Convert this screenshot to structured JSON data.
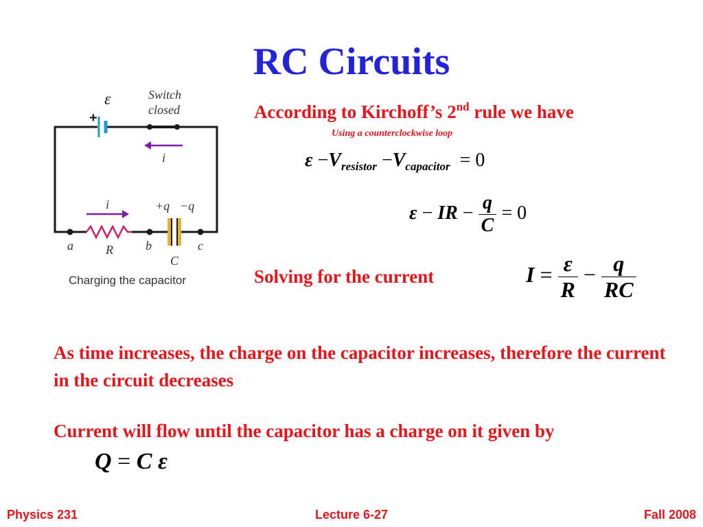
{
  "slide": {
    "title": "RC Circuits",
    "kirchoff_text": "According to Kirchoff’s 2",
    "kirchoff_sup": "nd",
    "kirchoff_tail": " rule we have",
    "loop_note": "Using a counterclockwise loop",
    "solving_label": "Solving for the current",
    "paragraph1": "As time increases, the charge on the capacitor increases, therefore the current in the circuit decreases",
    "paragraph2": "Current will flow until the capacitor has a charge on it given by"
  },
  "equations": {
    "eq1": {
      "emf": "ε",
      "minus": "−",
      "V": "V",
      "sub_resistor": "resistor",
      "sub_capacitor": "capacitor",
      "equals": "= 0"
    },
    "eq2": {
      "emf": "ε",
      "IR": "IR",
      "q": "q",
      "C": "C",
      "equals": "= 0"
    },
    "eq3": {
      "I": "I",
      "eq": "=",
      "emf": "ε",
      "R": "R",
      "q": "q",
      "RC": "RC"
    },
    "eq4": {
      "Q": "Q",
      "eq": "=",
      "C": "C",
      "emf": "ε"
    }
  },
  "circuit": {
    "emf_label": "ε",
    "plus": "+",
    "switch_line1": "Switch",
    "switch_line2": "closed",
    "current_top": "i",
    "current_bottom": "i",
    "charge_plus": "+q",
    "charge_minus": "−q",
    "node_a": "a",
    "node_b": "b",
    "node_c": "c",
    "resistor": "R",
    "capacitor": "C",
    "caption": "Charging the capacitor",
    "colors": {
      "wire": "#1a1a1a",
      "battery": "#1aa0c8",
      "arrow": "#7a1fa2",
      "resistor": "#d81b60",
      "capacitor": "#e2b33a"
    }
  },
  "footer": {
    "left": "Physics 231",
    "center": "Lecture 6-27",
    "right": "Fall 2008"
  }
}
